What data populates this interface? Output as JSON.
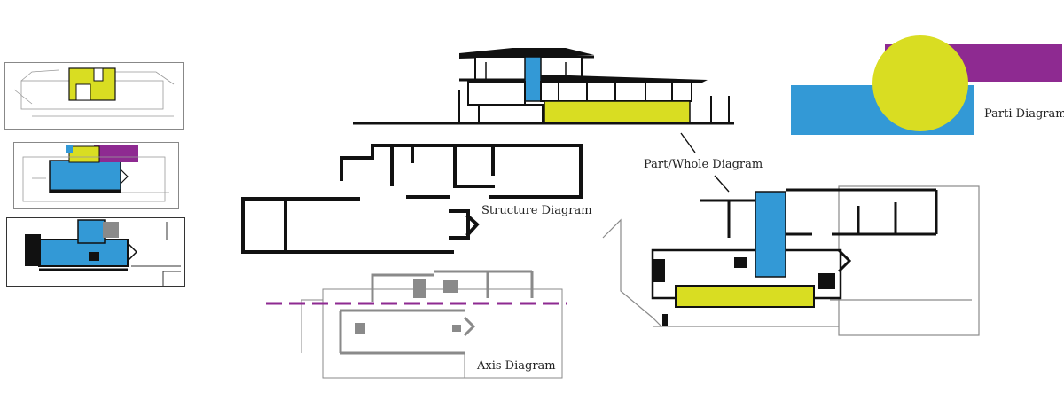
{
  "labels": {
    "parti": "Parti Diagram",
    "part_whole": "Part/Whole Diagram",
    "structure": "Structure Diagram",
    "axis": "Axis Diagram"
  },
  "colors": {
    "blue": "#3399d6",
    "yellow": "#d9dd22",
    "purple": "#8e2a91",
    "black": "#111111",
    "gray": "#8a8a8a",
    "light": "#bdbdbd",
    "axis": "#8e2a91"
  },
  "icons": {
    "section": "elevation-section-drawing",
    "parti": "circle-over-rectangles",
    "axis": "dashed-axis-line"
  }
}
